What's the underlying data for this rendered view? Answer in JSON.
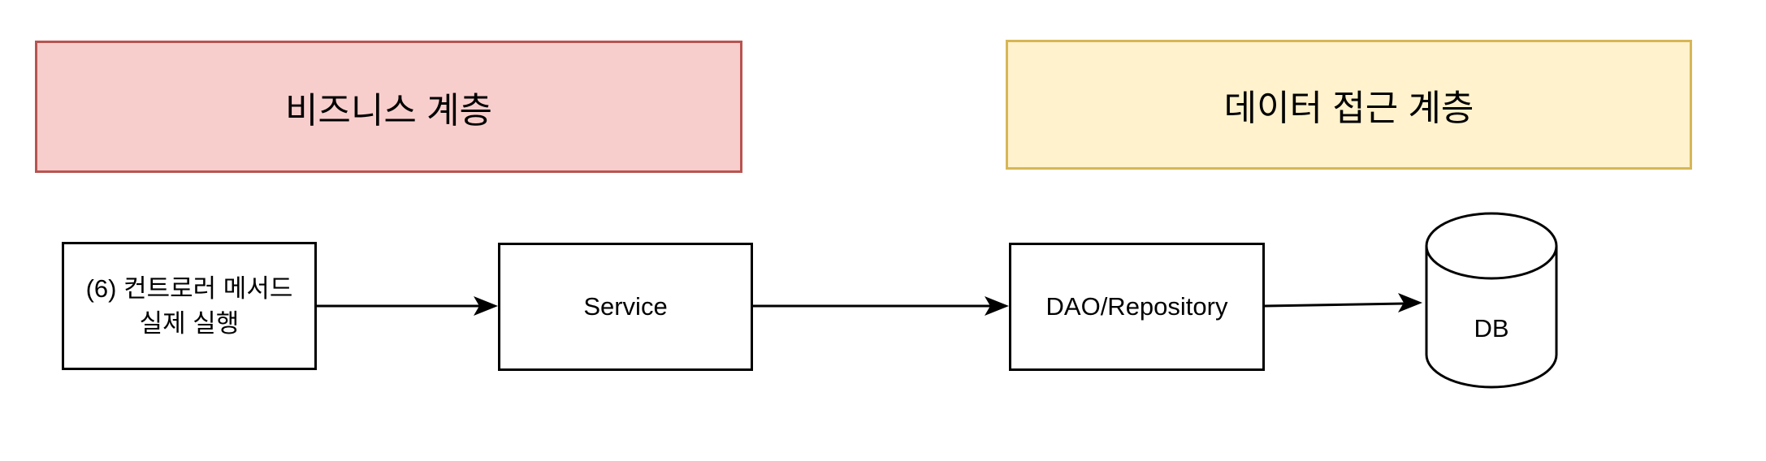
{
  "diagram": {
    "type": "flow-diagram",
    "layers": [
      {
        "id": "business",
        "label": "비즈니스 계층",
        "fill": "#f8cecc",
        "stroke": "#b85450"
      },
      {
        "id": "data-access",
        "label": "데이터 접근 계층",
        "fill": "#fff2cc",
        "stroke": "#d6b656"
      }
    ],
    "nodes": [
      {
        "id": "controller-method",
        "label": "(6) 컨트로러 메서드\n실제 실행",
        "shape": "rectangle"
      },
      {
        "id": "service",
        "label": "Service",
        "shape": "rectangle"
      },
      {
        "id": "dao-repository",
        "label": "DAO/Repository",
        "shape": "rectangle"
      },
      {
        "id": "db",
        "label": "DB",
        "shape": "cylinder"
      }
    ],
    "edges": [
      {
        "from": "controller-method",
        "to": "service",
        "style": "solid-arrow"
      },
      {
        "from": "service",
        "to": "dao-repository",
        "style": "solid-arrow"
      },
      {
        "from": "dao-repository",
        "to": "db",
        "style": "solid-arrow"
      }
    ],
    "colors": {
      "node_fill": "#ffffff",
      "node_stroke": "#000000",
      "arrow": "#000000",
      "background": "#ffffff"
    }
  }
}
